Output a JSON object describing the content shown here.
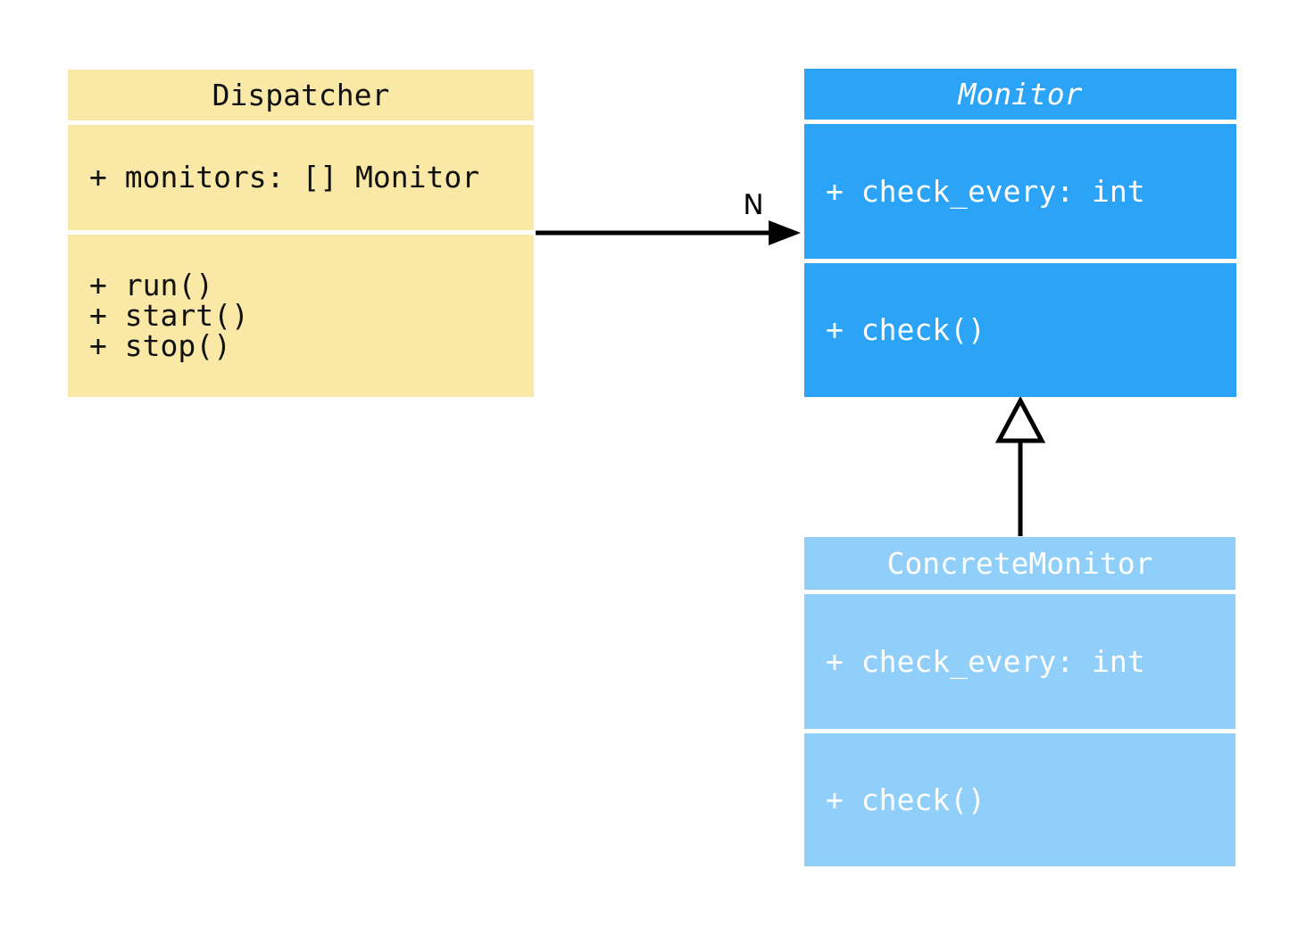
{
  "diagram": {
    "type": "uml-class-diagram",
    "background_color": "#ffffff",
    "classes": [
      {
        "name": "Dispatcher",
        "abstract": false,
        "fill_color": "#FAE8A6",
        "text_color": "#111111",
        "attributes": [
          "+ monitors: [] Monitor"
        ],
        "methods": [
          "+ run()",
          "+ start()",
          "+ stop()"
        ]
      },
      {
        "name": "Monitor",
        "abstract": true,
        "fill_color": "#2BA4F7",
        "text_color": "#ffffff",
        "attributes": [
          "+ check_every: int"
        ],
        "methods": [
          "+ check()"
        ]
      },
      {
        "name": "ConcreteMonitor",
        "abstract": false,
        "fill_color": "#8FCFFA",
        "text_color": "#ffffff",
        "attributes": [
          "+ check_every: int"
        ],
        "methods": [
          "+ check()"
        ]
      }
    ],
    "edges": [
      {
        "type": "association",
        "from": "Dispatcher",
        "to": "Monitor",
        "label": "N",
        "color": "#000000"
      },
      {
        "type": "inheritance",
        "from": "ConcreteMonitor",
        "to": "Monitor",
        "label": "",
        "color": "#000000"
      }
    ]
  }
}
